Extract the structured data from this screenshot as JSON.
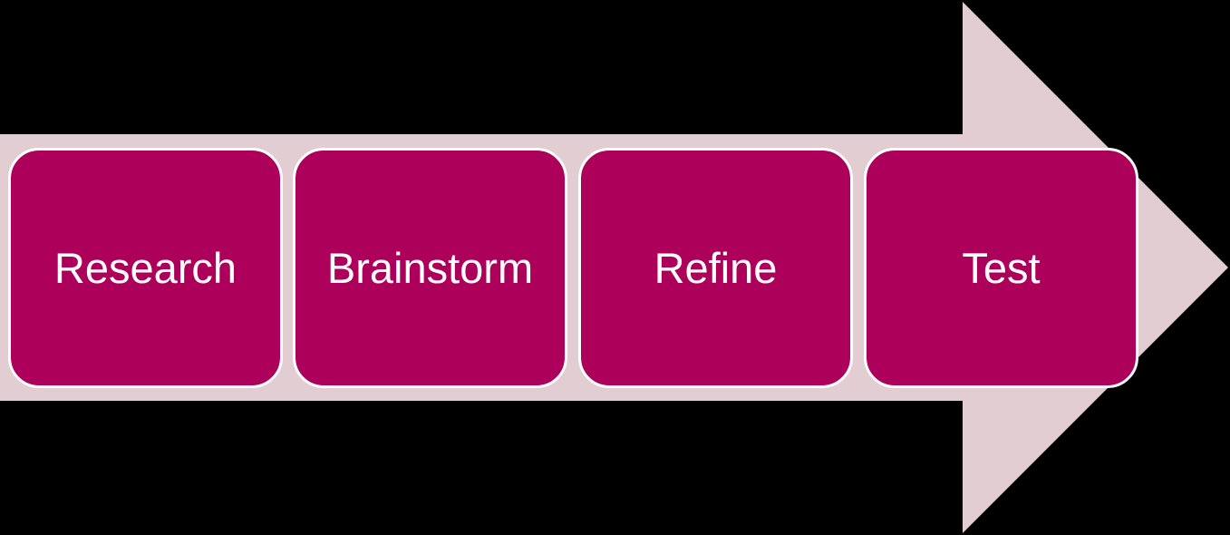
{
  "colors": {
    "background": "#000000",
    "arrow": "#e2cdd3",
    "step_fill": "#ac005a",
    "step_border": "#ffffff",
    "text": "#ffffff"
  },
  "steps": [
    {
      "label": "Research"
    },
    {
      "label": "Brainstorm"
    },
    {
      "label": "Refine"
    },
    {
      "label": "Test"
    }
  ]
}
